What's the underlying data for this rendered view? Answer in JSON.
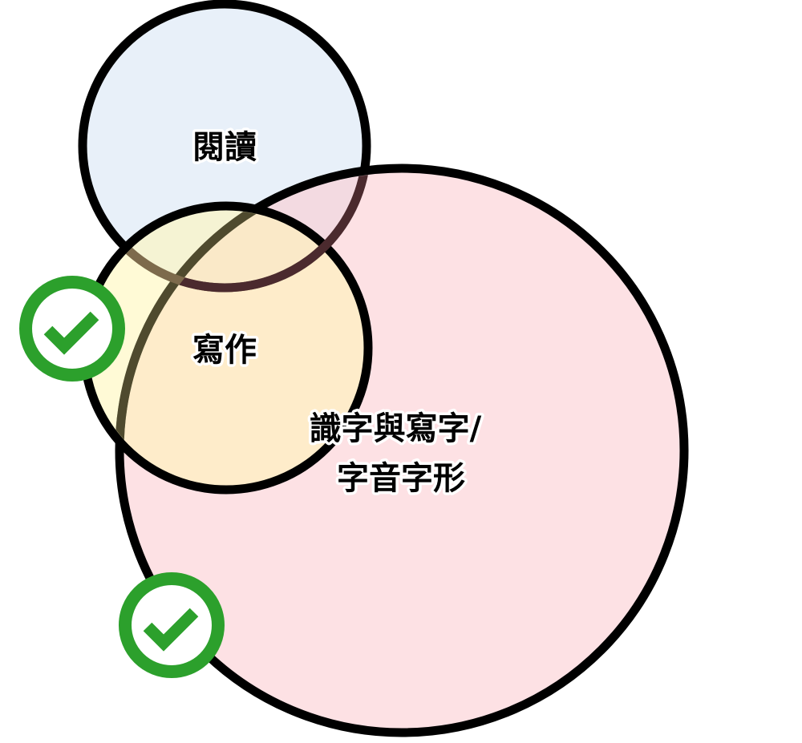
{
  "diagram": {
    "circles": [
      {
        "id": "reading",
        "label": "閱讀",
        "fill": "#e8f0f9",
        "checked": false
      },
      {
        "id": "literacy",
        "label_lines": [
          "識字與寫字/",
          "字音字形"
        ],
        "fill": "#fddfe1",
        "checked": true
      },
      {
        "id": "writing",
        "label": "寫作",
        "fill": "#fff9c8",
        "checked": true
      }
    ],
    "colors": {
      "stroke": "#000000",
      "check": "#2ca02c"
    }
  }
}
